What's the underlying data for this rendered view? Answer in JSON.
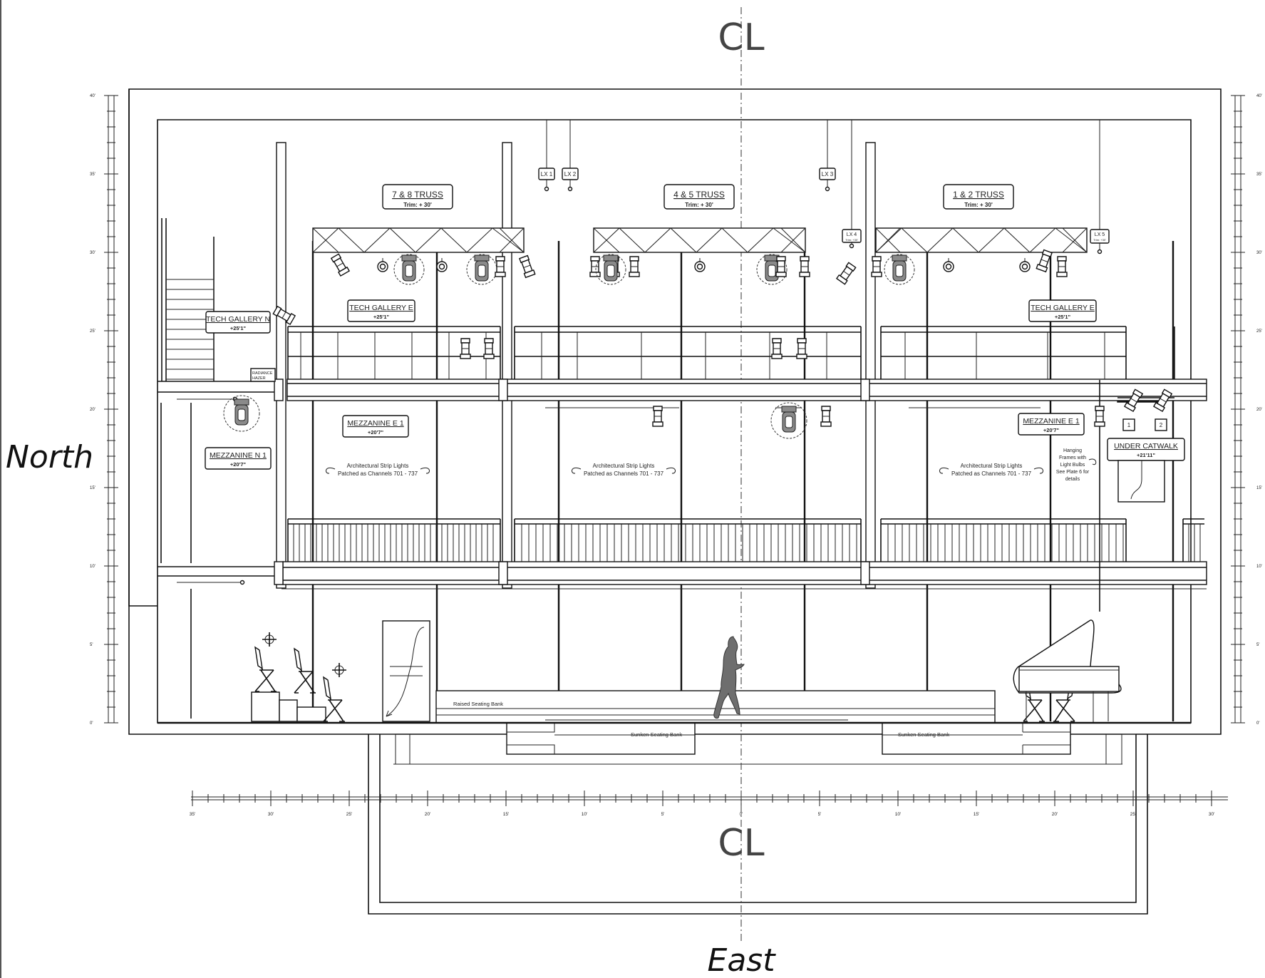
{
  "directions": {
    "north": "North",
    "east": "East"
  },
  "centerline_symbol": "CL",
  "truss_labels": [
    {
      "name": "7 & 8 TRUSS",
      "trim": "Trim: + 30'"
    },
    {
      "name": "4 & 5 TRUSS",
      "trim": "Trim: + 30'"
    },
    {
      "name": "1 & 2 TRUSS",
      "trim": "Trim: + 30'"
    }
  ],
  "lx_tags": [
    "LX 1",
    "LX 2",
    "LX 3",
    "LX 4",
    "LX 5"
  ],
  "lx_sub": {
    "lx4": "Trim: +30'",
    "lx5": "Trim: +30'"
  },
  "galleries": [
    {
      "name": "TECH GALLERY N",
      "elev": "+25'1\""
    },
    {
      "name": "TECH GALLERY E",
      "elev": "+25'1\""
    },
    {
      "name": "TECH GALLERY E",
      "elev": "+25'1\""
    },
    {
      "name": "MEZZANINE N 1",
      "elev": "+20'7\""
    },
    {
      "name": "MEZZANINE E 1",
      "elev": "+20'7\""
    },
    {
      "name": "MEZZANINE E 1",
      "elev": "+20'7\""
    },
    {
      "name": "UNDER CATWALK",
      "elev": "+21'11\""
    }
  ],
  "hazer": [
    "RADIANCE",
    "HAZER"
  ],
  "strip_note": [
    "Architectural Strip Lights",
    "Patched as Channels 701 - 737"
  ],
  "hanging_note": [
    "Hanging",
    "Frames with",
    "Light Bulbs",
    "See Plate 6 for",
    "details"
  ],
  "catwalk_units": [
    "1",
    "2"
  ],
  "seating": {
    "raised": "Raised Seating Bank",
    "sunken": "Sunken Seating Bank"
  },
  "vertical_scale": [
    "40'",
    "35'",
    "30'",
    "25'",
    "20'",
    "15'",
    "10'",
    "5'",
    "0'"
  ],
  "horizontal_scale": [
    "35'",
    "30'",
    "25'",
    "20'",
    "15'",
    "10'",
    "5'",
    "0'",
    "5'",
    "10'",
    "15'",
    "20'",
    "25'",
    "30'"
  ],
  "colors": {
    "line": "#111111",
    "fixture": "#8a8a8a",
    "figure": "#6e6e6e"
  }
}
